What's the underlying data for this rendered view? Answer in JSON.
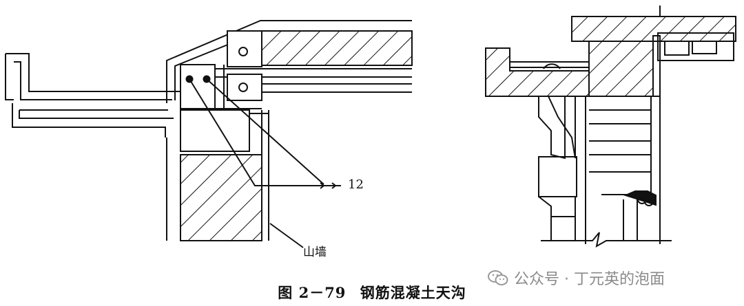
{
  "labels": {
    "bar_size": "12",
    "gable_wall": "山墙"
  },
  "caption": {
    "figure_no": "图 2－79",
    "title": "钢筋混凝土天沟"
  },
  "watermark": {
    "text": "公众号 · 丁元英的泡面",
    "icon": "wechat-icon"
  }
}
